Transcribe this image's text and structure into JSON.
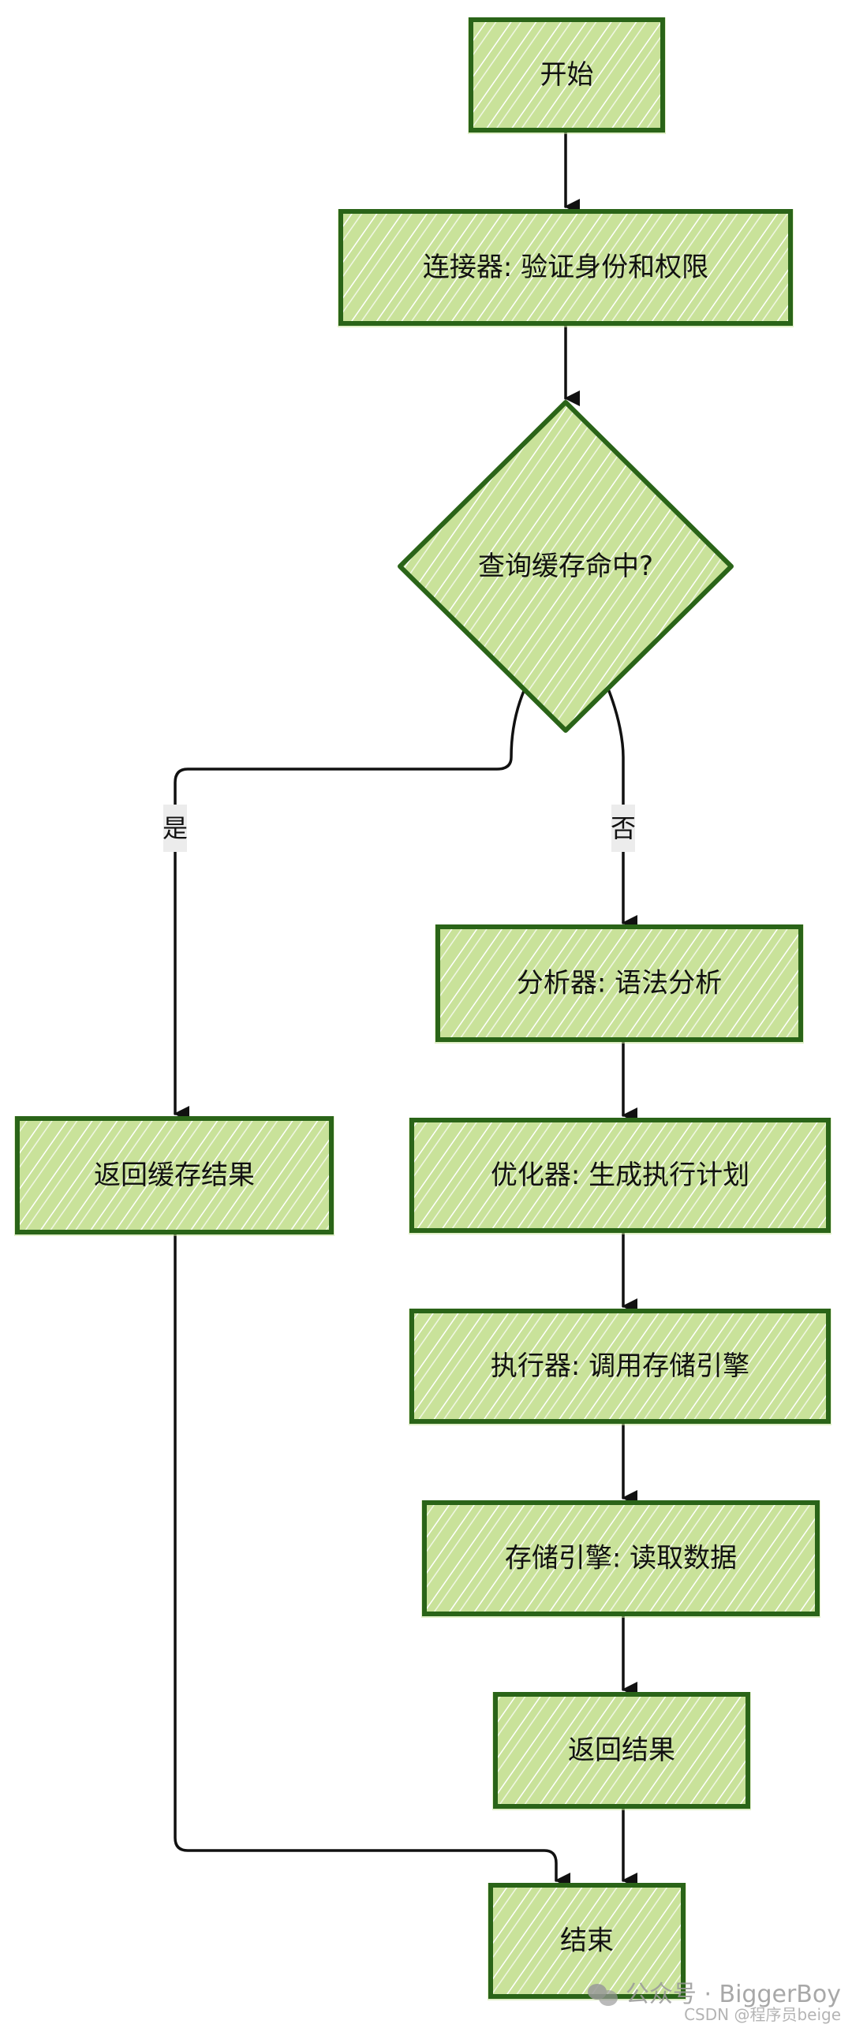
{
  "diagram": {
    "title": "MySQL query flow",
    "colors": {
      "fill": "#c9e29a",
      "hatch": "#ffffff",
      "stroke": "#2a6418",
      "edge": "#111111",
      "label_bg": "#ececec"
    },
    "nodes": [
      {
        "id": "start",
        "label": "开始",
        "shape": "rect"
      },
      {
        "id": "connector",
        "label": "连接器: 验证身份和权限",
        "shape": "rect"
      },
      {
        "id": "cache_hit",
        "label": "查询缓存命中?",
        "shape": "diamond"
      },
      {
        "id": "return_cache",
        "label": "返回缓存结果",
        "shape": "rect"
      },
      {
        "id": "analyzer",
        "label": "分析器: 语法分析",
        "shape": "rect"
      },
      {
        "id": "optimizer",
        "label": "优化器: 生成执行计划",
        "shape": "rect"
      },
      {
        "id": "executor",
        "label": "执行器: 调用存储引擎",
        "shape": "rect"
      },
      {
        "id": "storage",
        "label": "存储引擎: 读取数据",
        "shape": "rect"
      },
      {
        "id": "return_result",
        "label": "返回结果",
        "shape": "rect"
      },
      {
        "id": "end",
        "label": "结束",
        "shape": "rect"
      }
    ],
    "edges": [
      {
        "from": "start",
        "to": "connector",
        "label": ""
      },
      {
        "from": "connector",
        "to": "cache_hit",
        "label": ""
      },
      {
        "from": "cache_hit",
        "to": "return_cache",
        "label": "是"
      },
      {
        "from": "cache_hit",
        "to": "analyzer",
        "label": "否"
      },
      {
        "from": "analyzer",
        "to": "optimizer",
        "label": ""
      },
      {
        "from": "optimizer",
        "to": "executor",
        "label": ""
      },
      {
        "from": "executor",
        "to": "storage",
        "label": ""
      },
      {
        "from": "storage",
        "to": "return_result",
        "label": ""
      },
      {
        "from": "return_result",
        "to": "end",
        "label": ""
      },
      {
        "from": "return_cache",
        "to": "end",
        "label": ""
      }
    ]
  },
  "watermark": {
    "main": "公众号 · BiggerBoy",
    "sub": "CSDN @程序员beige",
    "icon": "wechat-icon"
  }
}
